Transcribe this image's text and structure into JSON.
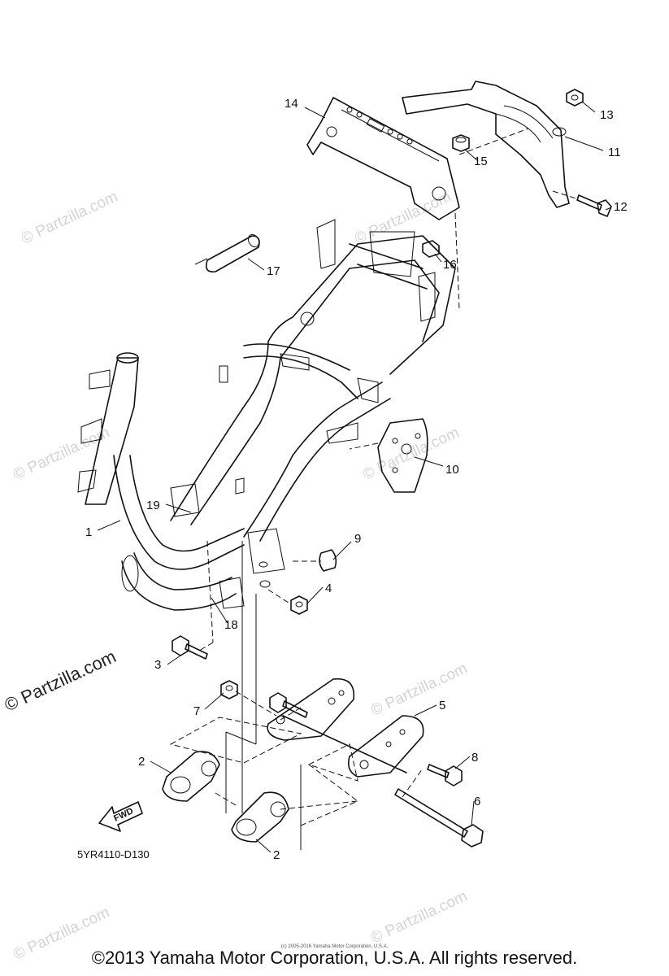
{
  "diagram": {
    "code": "5YR4110-D130",
    "fwd_label": "FWD",
    "watermark_main": "© Partzilla.com",
    "watermark_faint": "© Partzilla.com",
    "callouts": [
      {
        "id": "callout-1",
        "label": "1"
      },
      {
        "id": "callout-2a",
        "label": "2"
      },
      {
        "id": "callout-2b",
        "label": "2"
      },
      {
        "id": "callout-3",
        "label": "3"
      },
      {
        "id": "callout-4",
        "label": "4"
      },
      {
        "id": "callout-5",
        "label": "5"
      },
      {
        "id": "callout-6",
        "label": "6"
      },
      {
        "id": "callout-7",
        "label": "7"
      },
      {
        "id": "callout-8",
        "label": "8"
      },
      {
        "id": "callout-9",
        "label": "9"
      },
      {
        "id": "callout-10",
        "label": "10"
      },
      {
        "id": "callout-11",
        "label": "11"
      },
      {
        "id": "callout-12",
        "label": "12"
      },
      {
        "id": "callout-13",
        "label": "13"
      },
      {
        "id": "callout-14",
        "label": "14"
      },
      {
        "id": "callout-15",
        "label": "15"
      },
      {
        "id": "callout-16",
        "label": "16"
      },
      {
        "id": "callout-17",
        "label": "17"
      },
      {
        "id": "callout-18",
        "label": "18"
      },
      {
        "id": "callout-19",
        "label": "19"
      }
    ]
  },
  "footer": {
    "copyright": "©2013 Yamaha Motor Corporation, U.S.A. All rights reserved.",
    "small_print": "(c) 2005-2016 Yamaha Motor Corporation, U.S.A."
  }
}
